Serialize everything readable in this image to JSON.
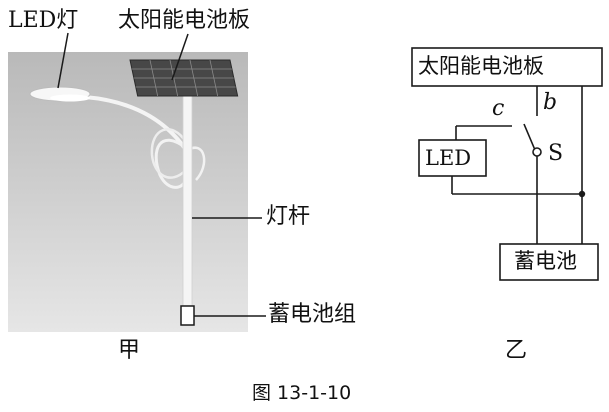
{
  "figure_a": {
    "labels": {
      "led_lamp": "LED灯",
      "solar_panel": "太阳能电池板",
      "pole": "灯杆",
      "battery_pack": "蓄电池组"
    },
    "sub_caption": "甲"
  },
  "figure_b": {
    "solar_panel_box": "太阳能电池板",
    "led_box": "LED",
    "battery_box": "蓄电池",
    "contact_b": "b",
    "contact_c": "c",
    "switch_label": "S",
    "sub_caption": "乙"
  },
  "caption": "图 13-1-10",
  "colors": {
    "line": "#1a1a1a",
    "photo_background": "#c8c8c8"
  }
}
